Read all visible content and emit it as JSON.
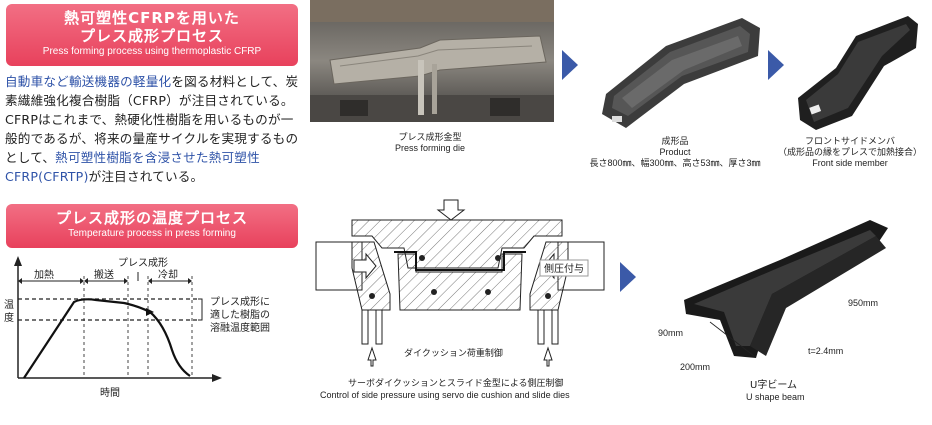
{
  "section1": {
    "title_jp": "熱可塑性CFRPを用いた\nプレス成形プロセス",
    "title_en": "Press forming process using thermoplastic CFRP",
    "paragraph": [
      {
        "text": "自動車など輸送機器の軽量化",
        "hl": true
      },
      {
        "text": "を図る材料として、炭素繊維強化複合樹脂（CFRP）が注目されている。CFRPはこれまで、熱硬化性樹脂を用いるものが一般的であるが、将来の量産サイクルを実現するものとして、",
        "hl": false
      },
      {
        "text": "熱可塑性樹脂を含浸させた熱可塑性CFRP(CFRTP)",
        "hl": true
      },
      {
        "text": "が注目されている。",
        "hl": false
      }
    ]
  },
  "section2": {
    "title_jp": "プレス成形の温度プロセス",
    "title_en": "Temperature process in press forming"
  },
  "top_row": {
    "die": {
      "caption_jp": "プレス成形金型",
      "caption_en": "Press forming die"
    },
    "product": {
      "caption_jp": "成形品",
      "caption_en": "Product",
      "dims": "長さ800㎜、幅300㎜、高さ53㎜、厚さ3㎜"
    },
    "member": {
      "caption_jp1": "フロントサイドメンバ",
      "caption_jp2": "（成形品の縁をプレスで加熱接合）",
      "caption_en": "Front side member"
    }
  },
  "temp_chart": {
    "phases": [
      "加熱",
      "搬送",
      "プレス成形",
      "冷却"
    ],
    "ylabel": "温度",
    "xlabel": "時間",
    "range_label": [
      "プレス成形に",
      "適した樹脂の",
      "溶融温度範囲"
    ]
  },
  "die_diagram": {
    "side_pressure": "側圧付与",
    "cushion": "ダイクッション荷重制御",
    "caption_jp": "サーボダイクッションとスライド金型による側圧制御",
    "caption_en": "Control of side pressure using servo die cushion and slide dies"
  },
  "beam": {
    "length": "950mm",
    "height": "90mm",
    "width": "200mm",
    "thickness": "t=2.4mm",
    "caption_jp": "U字ビーム",
    "caption_en": "U shape beam"
  },
  "colors": {
    "banner": "#e8415c",
    "highlight": "#2f53a8",
    "arrow": "#3b5aa8"
  }
}
